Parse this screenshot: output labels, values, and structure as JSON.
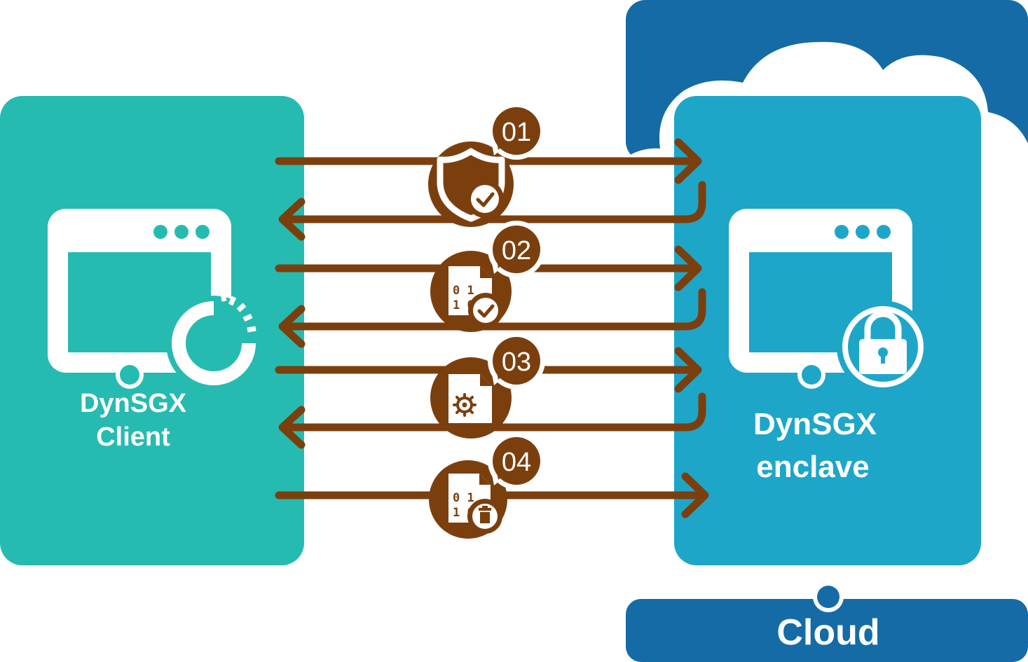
{
  "client": {
    "line1": "DynSGX",
    "line2": "Client"
  },
  "enclave": {
    "line1": "DynSGX",
    "line2": "enclave"
  },
  "cloud": {
    "label": "Cloud"
  },
  "steps": [
    {
      "number": "01",
      "icon": "shield-check-icon"
    },
    {
      "number": "02",
      "icon": "code-file-check-icon"
    },
    {
      "number": "03",
      "icon": "settings-file-icon"
    },
    {
      "number": "04",
      "icon": "code-file-delete-icon"
    }
  ],
  "colors": {
    "client": "#26BBB0",
    "enclave": "#1EA6C9",
    "cloud": "#156BA5",
    "arrow": "#7B3F0E",
    "white": "#ffffff"
  }
}
